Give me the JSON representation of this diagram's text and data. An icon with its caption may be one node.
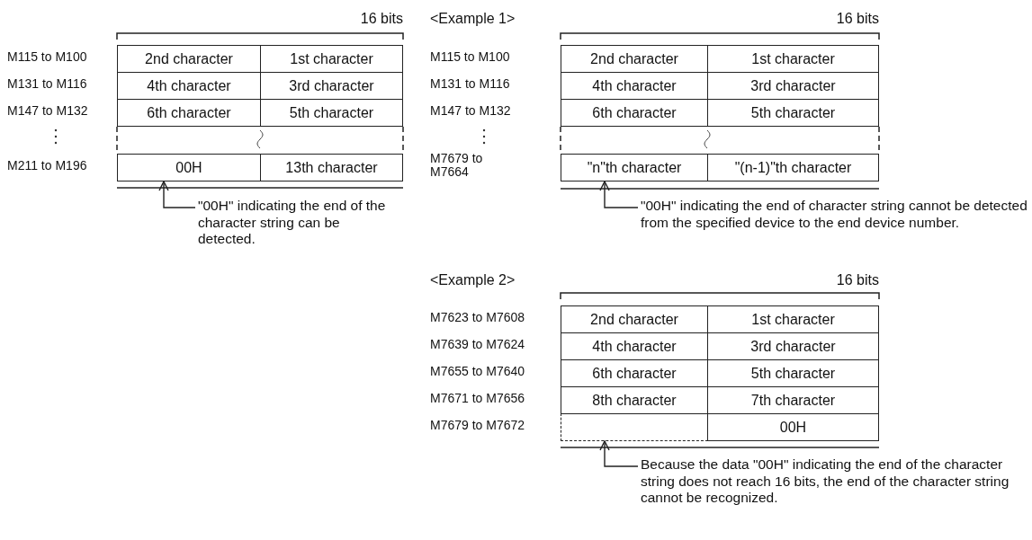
{
  "diagram": {
    "nodes": [
      {
        "text": [
          "2nd character"
        ]
      },
      {
        "text": [
          "1st character"
        ]
      },
      {
        "text": [
          "4th character"
        ]
      },
      {
        "text": [
          "3rd character"
        ]
      },
      {
        "text": [
          "6th character"
        ]
      },
      {
        "text": [
          "5th character"
        ]
      },
      {
        "text": [
          "00H"
        ]
      },
      {
        "text": [
          "13th character"
        ]
      },
      {
        "text": [
          "\"00H\" indicating the end of the character string can be detected."
        ]
      },
      {
        "text": [
          "2nd character"
        ]
      },
      {
        "text": [
          "1st character"
        ]
      },
      {
        "text": [
          "4th character"
        ]
      },
      {
        "text": [
          "3rd character"
        ]
      },
      {
        "text": [
          "6th character"
        ]
      },
      {
        "text": [
          "5th character"
        ]
      },
      {
        "text": [
          "\"n\"th character"
        ]
      },
      {
        "text": [
          "\"(n-1)\"th character"
        ]
      },
      {
        "text": [
          "\"00H\" indicating the end of character string cannot be detected from the specified device to the end device number."
        ]
      },
      {
        "text": [
          "2nd character"
        ]
      },
      {
        "text": [
          "1st character"
        ]
      },
      {
        "text": [
          "4th character"
        ]
      },
      {
        "text": [
          "3rd character"
        ]
      },
      {
        "text": [
          "6th character"
        ]
      },
      {
        "text": [
          "5th character"
        ]
      },
      {
        "text": [
          "8th character"
        ]
      },
      {
        "text": [
          "7th character"
        ]
      },
      {
        "text": [],
        "shape": "box"
      },
      {
        "text": [
          "00H"
        ]
      },
      {
        "text": [
          "Because the data \"00H\" indicating the end of the character string does not reach 16 bits, the end of the character string cannot be recognized."
        ]
      }
    ],
    "edges": [
      {
        "from": 8,
        "to": 6,
        "arrow": "to"
      },
      {
        "from": 17,
        "to": 15,
        "arrow": "to"
      },
      {
        "from": 28,
        "to": 26,
        "arrow": "to"
      }
    ],
    "labels": [
      "16 bits",
      "M115 to M100",
      "M131 to M116",
      "M147 to M132",
      "M211 to M196",
      "<Example 1>",
      "16 bits",
      "M115 to M100",
      "M131 to M116",
      "M147 to M132",
      "M7679 to M7664",
      "<Example 2>",
      "16 bits",
      "M7623 to M7608",
      "M7639 to M7624",
      "M7655 to M7640",
      "M7671 to M7656",
      "M7679 to M7672"
    ]
  }
}
